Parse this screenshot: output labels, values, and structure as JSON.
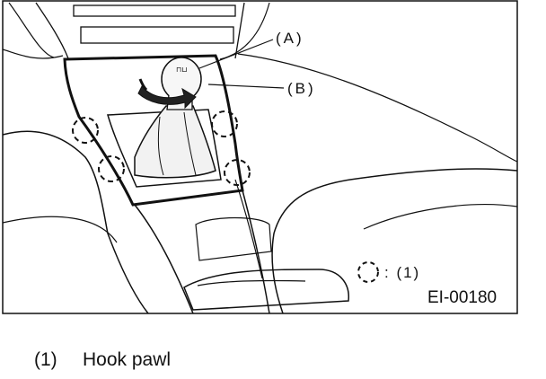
{
  "figure": {
    "label_a": "(A)",
    "label_b": "(B)",
    "legend_symbol_text": ": (1)",
    "code": "EI-00180"
  },
  "caption": {
    "number": "(1)",
    "text": "Hook pawl"
  }
}
